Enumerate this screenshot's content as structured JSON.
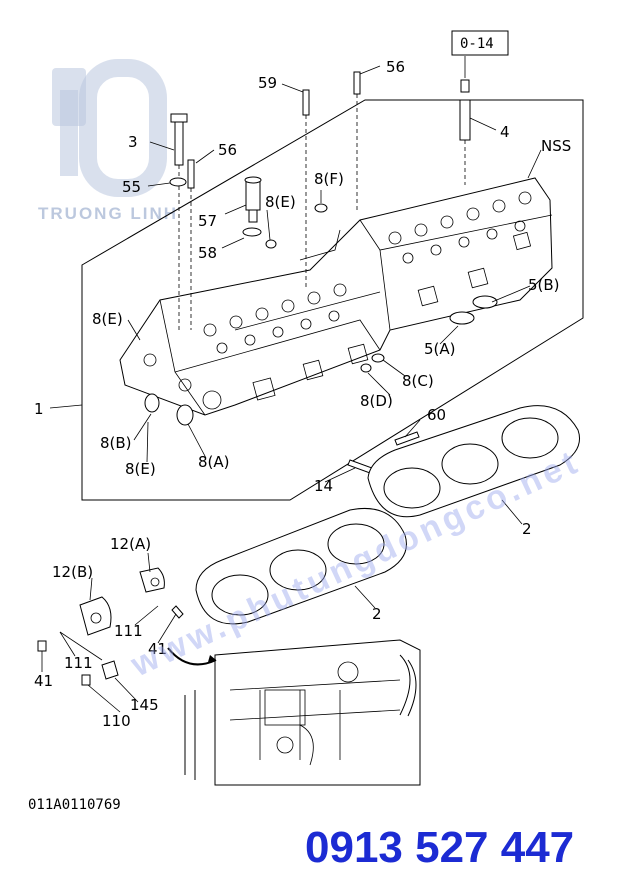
{
  "page_ref_box": "0-14",
  "drawing_code": "011A0110769",
  "phone": "0913 527 447",
  "watermark": {
    "logo_text": "TRUONG LINH",
    "site_text": "www.phutungdongco.net",
    "color": "#9aa7ee"
  },
  "colors": {
    "phone": "#1c2bd3",
    "line": "#000000"
  },
  "parts": {
    "p0_14": "0-14",
    "p56a": "56",
    "p59": "59",
    "p4": "4",
    "p3": "3",
    "p56b": "56",
    "pNSS": "NSS",
    "p55": "55",
    "p8F": "8(F)",
    "p57": "57",
    "p8E_top": "8(E)",
    "p58": "58",
    "p5B": "5(B)",
    "p8E_left": "8(E)",
    "p5A": "5(A)",
    "p8C": "8(C)",
    "p1": "1",
    "p8D": "8(D)",
    "p60": "60",
    "p8B": "8(B)",
    "p8E_low": "8(E)",
    "p8A": "8(A)",
    "p14": "14",
    "p2a": "2",
    "p12A": "12(A)",
    "p12B": "12(B)",
    "p2b": "2",
    "p111a": "111",
    "p41a": "41",
    "p111b": "111",
    "p41b": "41",
    "p145": "145",
    "p110": "110"
  }
}
